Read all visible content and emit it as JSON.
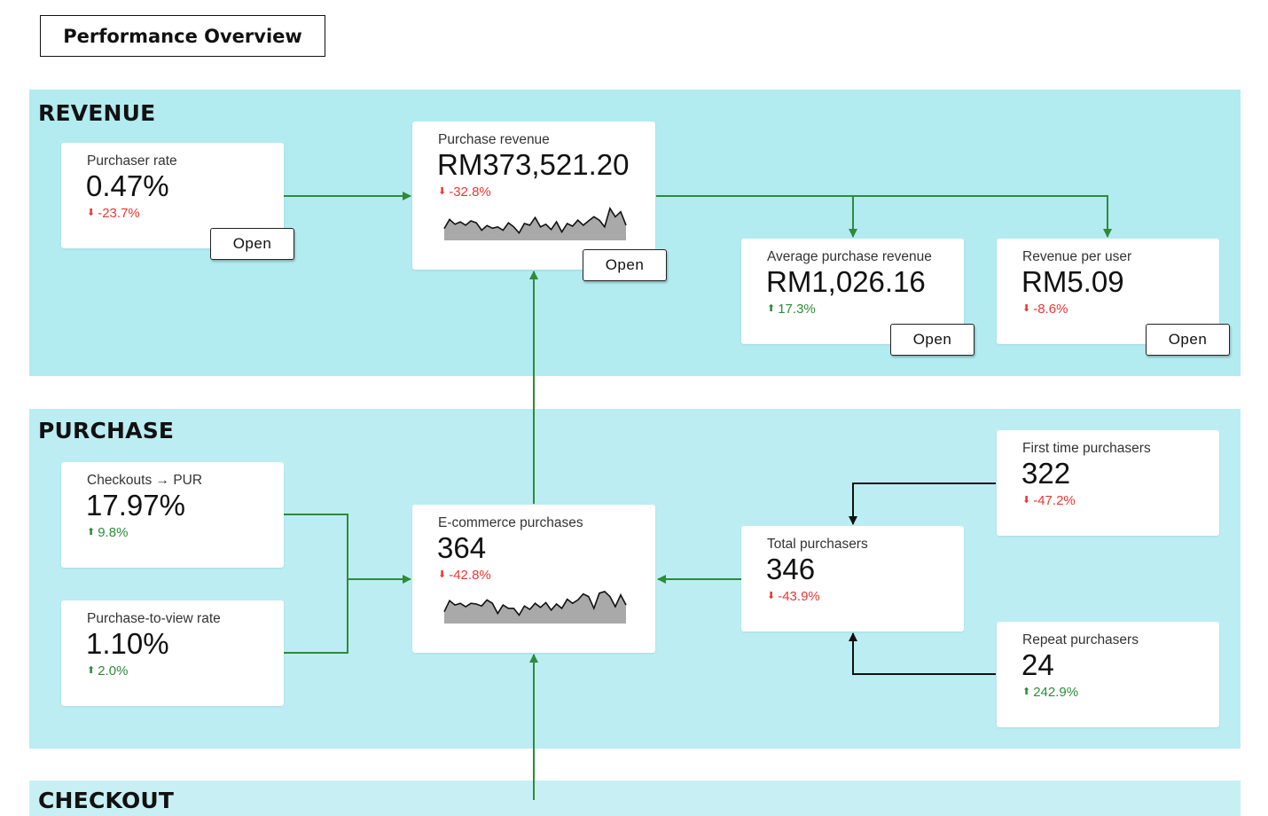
{
  "header": {
    "title": "Performance Overview"
  },
  "sections": {
    "revenue": "REVENUE",
    "purchase": "PURCHASE",
    "checkout": "CHECKOUT"
  },
  "colors": {
    "revenue_bg": "#b2ebf0",
    "purchase_bg": "#bcedf2",
    "arrow_green": "#2e8b3a",
    "arrow_black": "#111111",
    "down": "#e53935",
    "up": "#2e8b3a"
  },
  "buttons": {
    "open_label": "Open"
  },
  "cards": {
    "purchaser_rate": {
      "label": "Purchaser rate",
      "value": "0.47%",
      "delta": "-23.7%",
      "direction": "down"
    },
    "purchase_revenue": {
      "label": "Purchase revenue",
      "value": "RM373,521.20",
      "delta": "-32.8%",
      "direction": "down"
    },
    "avg_purchase_revenue": {
      "label": "Average purchase revenue",
      "value": "RM1,026.16",
      "delta": "17.3%",
      "direction": "up"
    },
    "revenue_per_user": {
      "label": "Revenue per user",
      "value": "RM5.09",
      "delta": "-8.6%",
      "direction": "down"
    },
    "checkouts_pur": {
      "label": "Checkouts → PUR",
      "value": "17.97%",
      "delta": "9.8%",
      "direction": "up"
    },
    "purchase_to_view": {
      "label": "Purchase-to-view rate",
      "value": "1.10%",
      "delta": "2.0%",
      "direction": "up"
    },
    "ecommerce_purchases": {
      "label": "E-commerce purchases",
      "value": "364",
      "delta": "-42.8%",
      "direction": "down"
    },
    "total_purchasers": {
      "label": "Total purchasers",
      "value": "346",
      "delta": "-43.9%",
      "direction": "down"
    },
    "first_time_purchasers": {
      "label": "First time purchasers",
      "value": "322",
      "delta": "-47.2%",
      "direction": "down"
    },
    "repeat_purchasers": {
      "label": "Repeat purchasers",
      "value": "24",
      "delta": "242.9%",
      "direction": "up"
    }
  },
  "sparklines": {
    "purchase_revenue": [
      0.35,
      0.62,
      0.48,
      0.55,
      0.45,
      0.58,
      0.52,
      0.3,
      0.44,
      0.36,
      0.4,
      0.3,
      0.52,
      0.4,
      0.22,
      0.5,
      0.45,
      0.68,
      0.4,
      0.48,
      0.32,
      0.55,
      0.25,
      0.5,
      0.42,
      0.6,
      0.45,
      0.58,
      0.7,
      0.6,
      0.4,
      0.95,
      0.7,
      0.85,
      0.45
    ],
    "ecommerce_purchases": [
      0.35,
      0.68,
      0.55,
      0.6,
      0.5,
      0.6,
      0.58,
      0.52,
      0.7,
      0.6,
      0.3,
      0.55,
      0.45,
      0.45,
      0.25,
      0.52,
      0.42,
      0.6,
      0.48,
      0.62,
      0.4,
      0.58,
      0.45,
      0.72,
      0.6,
      0.7,
      0.88,
      0.8,
      0.45,
      0.9,
      0.95,
      0.8,
      0.5,
      0.85,
      0.55
    ]
  }
}
